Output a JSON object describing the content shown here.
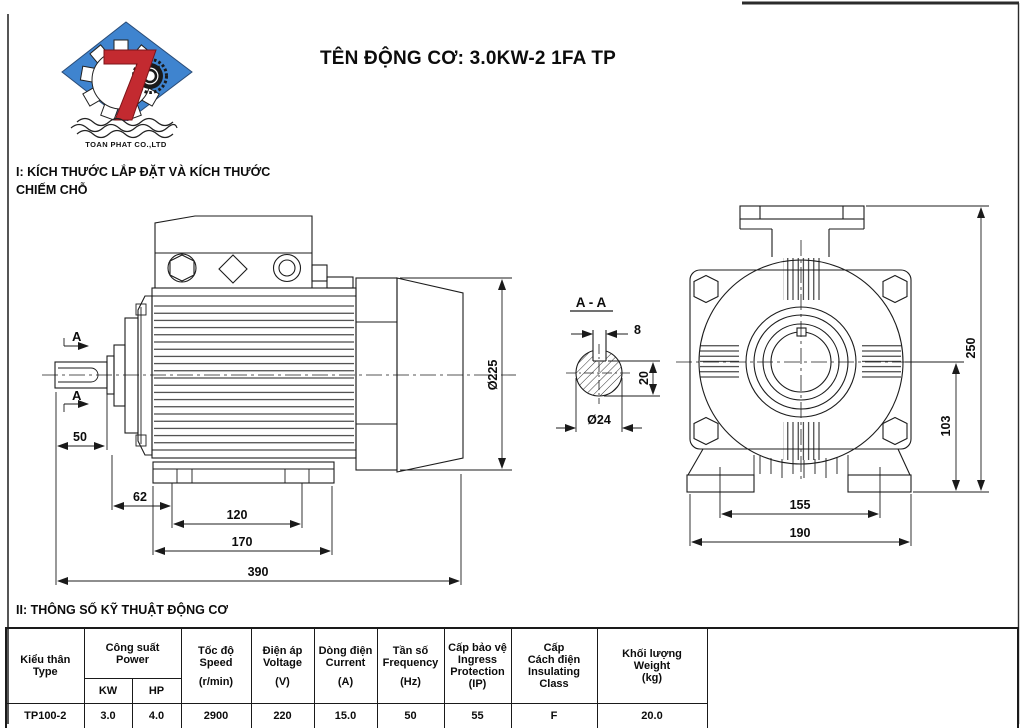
{
  "header": {
    "title": "TÊN ĐỘNG CƠ: 3.0KW-2 1FA TP",
    "logo": {
      "company": "TOAN PHAT CO.,LTD",
      "blue": "#3f84cf",
      "red": "#c32a30"
    }
  },
  "sections": {
    "installation_line1": "I: KÍCH THƯỚC LẮP ĐẶT VÀ KÍCH THƯỚC",
    "installation_line2": "CHIẾM CHỖ",
    "specs": "II: THÔNG SỐ KỸ THUẬT ĐỘNG CƠ"
  },
  "drawing": {
    "section_label": "A - A",
    "section_mark_top": "A",
    "section_mark_bottom": "A",
    "dims": {
      "shaft_length": "50",
      "bracket_to_foot": "62",
      "foot_hole_spacing": "120",
      "foot_length": "170",
      "overall_length": "390",
      "frame_diameter": "Ø225",
      "key_width": "8",
      "key_height": "20",
      "shaft_diameter": "Ø24",
      "overall_height": "250",
      "axis_to_base": "103",
      "base_hole_spacing": "155",
      "base_width": "190"
    }
  },
  "table": {
    "headers": {
      "type": {
        "lines": [
          "Kiểu thân",
          "Type"
        ]
      },
      "power": {
        "lines": [
          "Công suất",
          "Power"
        ],
        "sub": [
          "KW",
          "HP"
        ]
      },
      "speed": {
        "lines": [
          "Tốc độ",
          "Speed"
        ],
        "unit": "(r/min)"
      },
      "voltage": {
        "lines": [
          "Điện áp",
          "Voltage"
        ],
        "unit": "(V)"
      },
      "current": {
        "lines": [
          "Dòng điện",
          "Current"
        ],
        "unit": "(A)"
      },
      "frequency": {
        "lines": [
          "Tần số",
          "Frequency"
        ],
        "unit": "(Hz)"
      },
      "ingress": {
        "lines": [
          "Cấp bảo vệ",
          "Ingress",
          "Protection",
          "(IP)"
        ]
      },
      "insulating": {
        "lines": [
          "Cấp",
          "Cách điện",
          "Insulating",
          "Class"
        ]
      },
      "weight": {
        "lines": [
          "Khối lượng",
          "Weight",
          "(kg)"
        ]
      }
    },
    "row": [
      "TP100-2",
      "3.0",
      "4.0",
      "2900",
      "220",
      "15.0",
      "50",
      "55",
      "F",
      "20.0"
    ]
  }
}
